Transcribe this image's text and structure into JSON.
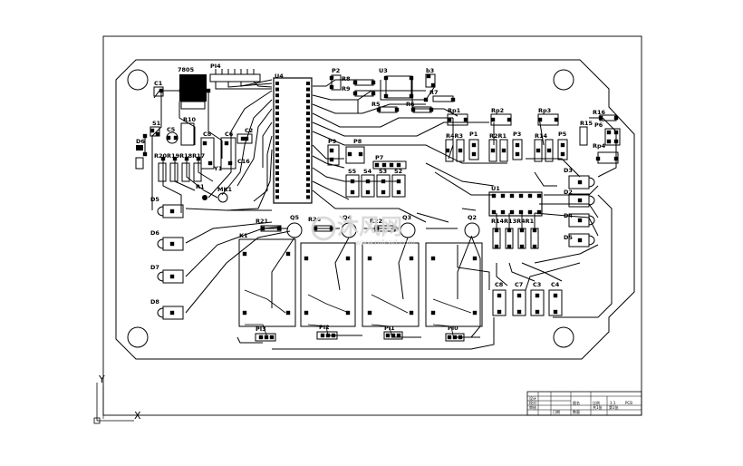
{
  "board": {
    "labels": {
      "reg": "7805",
      "pi4": "PI4",
      "u4": "U4",
      "p2": "P2",
      "r8": "R8",
      "r9": "R9",
      "u3": "U3",
      "b3": "b3",
      "r7": "R7",
      "r5": "R5",
      "r6": "R6",
      "c1": "C1",
      "s1": "S1",
      "r10": "R10",
      "c5": "C5",
      "c2": "C2",
      "c8": "C8",
      "c6": "C6",
      "y1": "Y1",
      "c16": "C16",
      "d6a": "D6",
      "r20": "R20R19R18R17",
      "r1": "R1",
      "mk1": "MK1",
      "p9": "P9",
      "p8": "P8",
      "p7": "P7",
      "s5": "S5",
      "s4": "S4",
      "s3": "S3",
      "s2": "S2",
      "rp1": "Rp1",
      "rp2": "Rp2",
      "rp3": "Rp3",
      "rp4": "Rp4",
      "r16": "R16",
      "r15": "R15",
      "p6": "P6",
      "r4r3": "R4R3",
      "p1": "P1",
      "r2r1": "R2R1",
      "p3": "P3",
      "r14": "R14",
      "p5": "P5",
      "u1": "U1",
      "d3": "D3",
      "d2": "D2",
      "d4": "D4",
      "d5": "D5",
      "r14r13": "R14R13R4R1",
      "d5l": "D5",
      "d6l": "D6",
      "d7l": "D7",
      "d8l": "D8",
      "r21": "R21",
      "q5": "Q5",
      "r26": "R26",
      "q4": "Q4",
      "r22": "R22",
      "q3": "Q3",
      "q2": "Q2",
      "k1": "K1",
      "c8b": "C8",
      "c7": "C7",
      "c3": "C3",
      "c4": "C4",
      "pi3": "PI3",
      "pi2": "PI2",
      "pi1": "PI1",
      "pi0": "PI0"
    }
  },
  "watermark": {
    "brand": "沐风网",
    "url": "www.mfcad.com"
  },
  "title_block": {
    "r1": [
      "设计",
      "",
      "图名",
      "比例",
      "",
      "PCB"
    ],
    "r2": [
      "校对",
      "",
      "",
      "",
      "",
      ""
    ],
    "r3": [
      "审核",
      "",
      "",
      "",
      "",
      ""
    ],
    "r4": [
      "",
      "",
      "",
      "",
      "共1张",
      "第1张"
    ],
    "r5": [
      "日期",
      "",
      "数量",
      "",
      "",
      ""
    ],
    "ratio": "1:1"
  },
  "axes": {
    "y": "Y",
    "x": "X"
  }
}
